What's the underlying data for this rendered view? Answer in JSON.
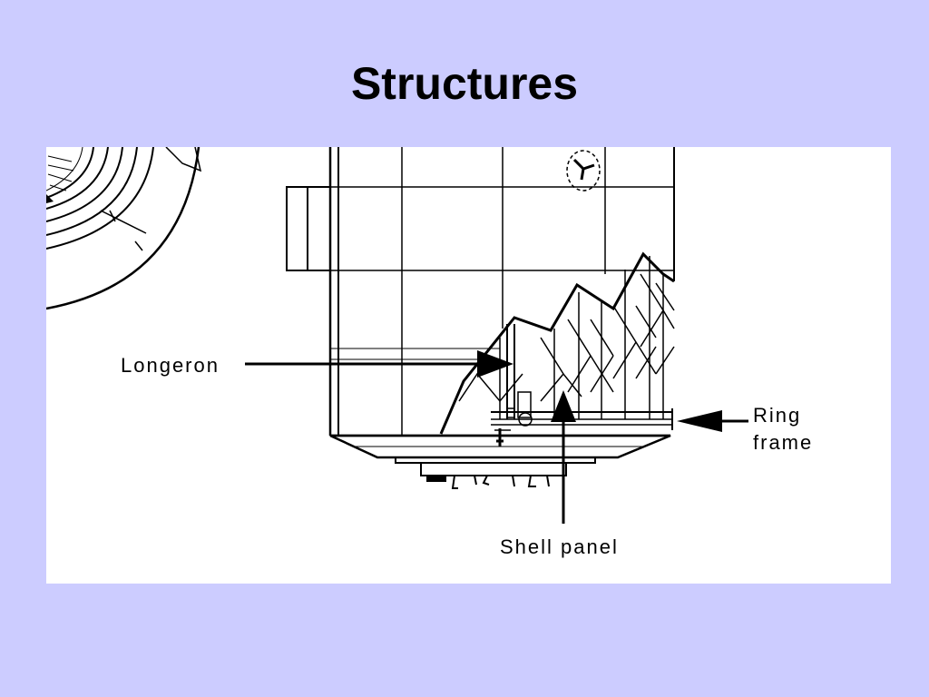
{
  "slide": {
    "title": "Structures"
  },
  "diagram": {
    "labels": {
      "longeron": "Longeron",
      "ring_line1": "Ring",
      "ring_line2": "frame",
      "shell_panel": "Shell panel"
    },
    "colors": {
      "background": "#ccccff",
      "figure_bg": "#ffffff",
      "ink": "#000000"
    }
  }
}
